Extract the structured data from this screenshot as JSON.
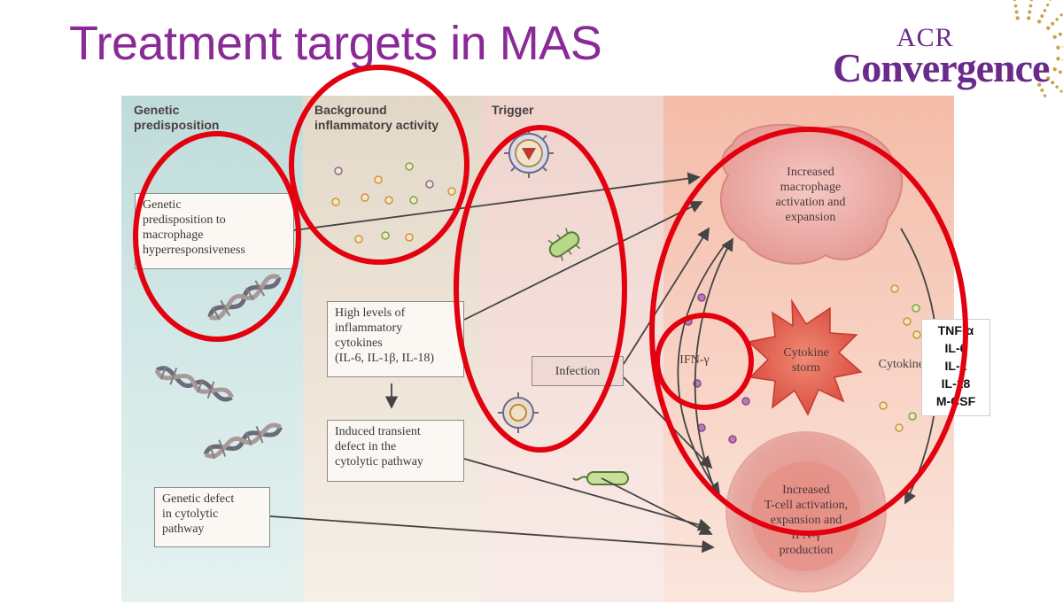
{
  "slide": {
    "title": "Treatment targets in MAS"
  },
  "logo": {
    "acr": "ACR",
    "convergence": "Convergence"
  },
  "panels": {
    "genetic_header": "Genetic\npredisposition",
    "background_header": "Background\ninflammatory activity",
    "trigger_header": "Trigger"
  },
  "boxes": {
    "genetic_predisposition": "Genetic\npredisposition to\nmacrophage\nhyperresponsiveness",
    "genetic_defect": "Genetic defect\nin cytolytic\npathway",
    "high_levels": "High levels of\ninflammatory\ncytokines\n(IL-6, IL-1β, IL-18)",
    "induced_defect": "Induced transient\ndefect in the\ncytolytic pathway",
    "infection": "Infection"
  },
  "cells": {
    "macrophage": "Increased\nmacrophage\nactivation and\nexpansion",
    "storm": "Cytokine\nstorm",
    "tcell": "Increased\nT-cell activation,\nexpansion and\nIFN-γ\nproduction",
    "ifn": "IFN-γ",
    "cytokines": "Cytokines"
  },
  "cytokine_list": [
    "TNF-α",
    "IL-6",
    "IL-1",
    "IL-18",
    "M-CSF"
  ],
  "colors": {
    "title": "#8a2a97",
    "highlight": "#e3000f",
    "panel_genetic": "#cfe6e4",
    "panel_background": "#ece2d4",
    "panel_trigger": "#f3dcd8",
    "panel_outcome": "#f6c7b6"
  }
}
